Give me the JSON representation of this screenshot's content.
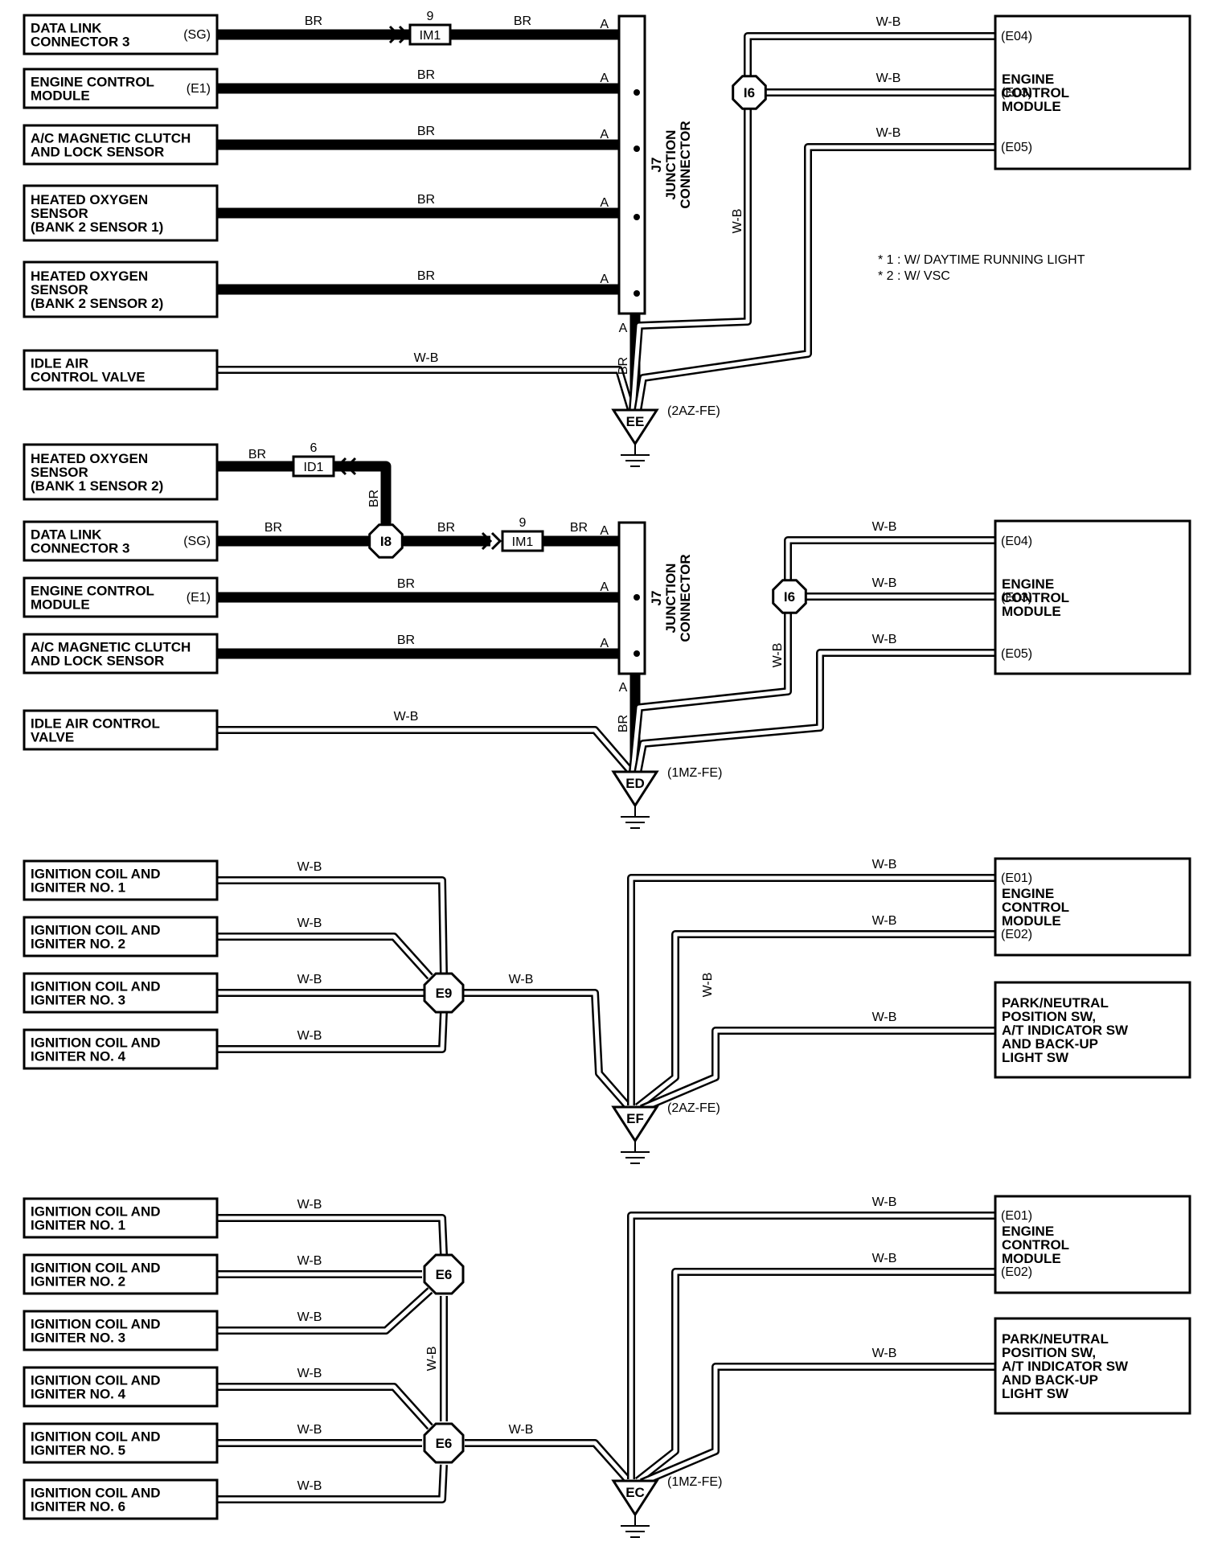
{
  "notes": [
    "* 1 : W/ DAYTIME RUNNING LIGHT",
    "* 2 : W/ VSC"
  ],
  "sections": [
    {
      "ground": {
        "id": "EE",
        "engine": "(2AZ-FE)"
      },
      "junction": {
        "line1": "J7",
        "line2": "JUNCTION",
        "line3": "CONNECTOR",
        "pin": "A",
        "out_color": "BR"
      },
      "left": [
        {
          "lines": [
            "DATA LINK",
            "CONNECTOR 3"
          ],
          "pin": "(SG)",
          "wire": "BR",
          "wire2": "BR",
          "jpin": "A",
          "conn": {
            "num": "9",
            "id": "IM1"
          }
        },
        {
          "lines": [
            "ENGINE CONTROL",
            "MODULE"
          ],
          "pin": "(E1)",
          "wire": "BR",
          "jpin": "A"
        },
        {
          "lines": [
            "A/C MAGNETIC CLUTCH",
            "AND LOCK SENSOR"
          ],
          "pin": "",
          "wire": "BR",
          "jpin": "A"
        },
        {
          "lines": [
            "HEATED OXYGEN",
            "SENSOR",
            "(BANK 2 SENSOR 1)"
          ],
          "pin": "",
          "wire": "BR",
          "jpin": "A"
        },
        {
          "lines": [
            "HEATED OXYGEN",
            "SENSOR",
            "(BANK 2 SENSOR 2)"
          ],
          "pin": "",
          "wire": "BR",
          "jpin": "A"
        },
        {
          "lines": [
            "IDLE AIR",
            "CONTROL VALVE"
          ],
          "pin": "",
          "wire": "W-B"
        }
      ],
      "splice": {
        "id": "I6",
        "color": "W-B"
      },
      "right": {
        "lines": [
          "ENGINE",
          "CONTROL",
          "MODULE"
        ],
        "pins": [
          "(E04)",
          "(E03)",
          "(E05)"
        ],
        "wire": "W-B"
      }
    },
    {
      "ground": {
        "id": "ED",
        "engine": "(1MZ-FE)"
      },
      "junction": {
        "line1": "J7",
        "line2": "JUNCTION",
        "line3": "CONNECTOR",
        "pin": "A",
        "out_color": "BR"
      },
      "top_sensor": {
        "lines": [
          "HEATED OXYGEN",
          "SENSOR",
          "(BANK 1 SENSOR 2)"
        ],
        "wire": "BR",
        "conn": {
          "num": "6",
          "id": "ID1"
        },
        "drop_color": "BR"
      },
      "splice_i8": "I8",
      "left": [
        {
          "lines": [
            "DATA LINK",
            "CONNECTOR 3"
          ],
          "pin": "(SG)",
          "wire": "BR",
          "wire2": "BR",
          "wire3": "BR",
          "jpin": "A",
          "conn": {
            "num": "9",
            "id": "IM1"
          }
        },
        {
          "lines": [
            "ENGINE CONTROL",
            "MODULE"
          ],
          "pin": "(E1)",
          "wire": "BR",
          "jpin": "A"
        },
        {
          "lines": [
            "A/C MAGNETIC CLUTCH",
            "AND LOCK SENSOR"
          ],
          "pin": "",
          "wire": "BR",
          "jpin": "A"
        },
        {
          "lines": [
            "IDLE AIR CONTROL",
            "VALVE"
          ],
          "pin": "",
          "wire": "W-B"
        }
      ],
      "splice": {
        "id": "I6",
        "color": "W-B"
      },
      "right": {
        "lines": [
          "ENGINE",
          "CONTROL",
          "MODULE"
        ],
        "pins": [
          "(E04)",
          "(E03)",
          "(E05)"
        ],
        "wire": "W-B"
      }
    },
    {
      "ground": {
        "id": "EF",
        "engine": "(2AZ-FE)"
      },
      "splice": {
        "id": "E9",
        "out_wire": "W-B"
      },
      "left": [
        {
          "lines": [
            "IGNITION COIL AND",
            "IGNITER NO. 1"
          ],
          "wire": "W-B"
        },
        {
          "lines": [
            "IGNITION COIL AND",
            "IGNITER NO. 2"
          ],
          "wire": "W-B"
        },
        {
          "lines": [
            "IGNITION COIL AND",
            "IGNITER NO. 3"
          ],
          "wire": "W-B"
        },
        {
          "lines": [
            "IGNITION COIL AND",
            "IGNITER NO. 4"
          ],
          "wire": "W-B"
        }
      ],
      "ecm": {
        "lines": [
          "ENGINE",
          "CONTROL",
          "MODULE"
        ],
        "pins": [
          "(E01)",
          "(E02)"
        ],
        "wire": "W-B"
      },
      "pnp": {
        "lines": [
          "PARK/NEUTRAL",
          "POSITION SW,",
          "A/T INDICATOR SW",
          "AND BACK-UP",
          "LIGHT SW"
        ],
        "wire": "W-B"
      }
    },
    {
      "ground": {
        "id": "EC",
        "engine": "(1MZ-FE)"
      },
      "splice_top": "E6",
      "splice_bottom": "E6",
      "link_wire": "W-B",
      "out_wire": "W-B",
      "left": [
        {
          "lines": [
            "IGNITION COIL AND",
            "IGNITER NO. 1"
          ],
          "wire": "W-B"
        },
        {
          "lines": [
            "IGNITION COIL AND",
            "IGNITER NO. 2"
          ],
          "wire": "W-B"
        },
        {
          "lines": [
            "IGNITION COIL AND",
            "IGNITER NO. 3"
          ],
          "wire": "W-B"
        },
        {
          "lines": [
            "IGNITION COIL AND",
            "IGNITER NO. 4"
          ],
          "wire": "W-B"
        },
        {
          "lines": [
            "IGNITION COIL AND",
            "IGNITER NO. 5"
          ],
          "wire": "W-B"
        },
        {
          "lines": [
            "IGNITION COIL AND",
            "IGNITER NO. 6"
          ],
          "wire": "W-B"
        }
      ],
      "ecm": {
        "lines": [
          "ENGINE",
          "CONTROL",
          "MODULE"
        ],
        "pins": [
          "(E01)",
          "(E02)"
        ],
        "wire": "W-B"
      },
      "pnp": {
        "lines": [
          "PARK/NEUTRAL",
          "POSITION SW,",
          "A/T INDICATOR SW",
          "AND BACK-UP",
          "LIGHT SW"
        ],
        "wire": "W-B"
      }
    }
  ]
}
